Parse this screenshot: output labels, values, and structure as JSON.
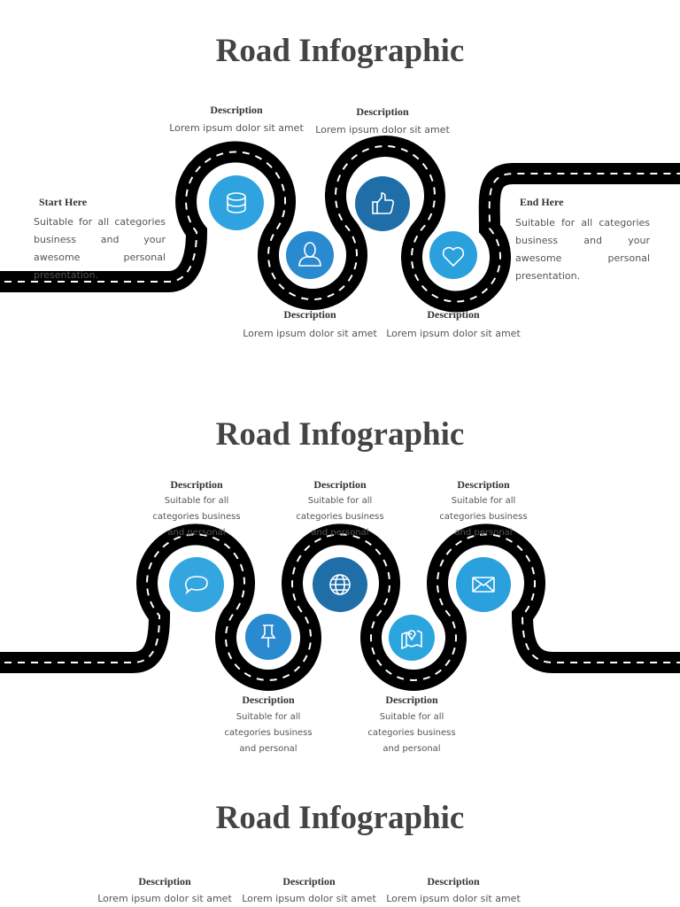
{
  "sections": [
    {
      "title": "Road Infographic",
      "start": {
        "heading": "Start Here",
        "text": "Suitable for all categories business and your awesome personal presentation."
      },
      "end": {
        "heading": "End Here",
        "text": "Suitable for all categories business and your awesome personal presentation."
      },
      "items": [
        {
          "label": "Description",
          "text": "Lorem ipsum dolor sit amet",
          "icon": "database-icon",
          "color": "#2fa3df"
        },
        {
          "label": "Description",
          "text": "Lorem ipsum dolor sit amet",
          "icon": "user-icon",
          "color": "#2a8ad0"
        },
        {
          "label": "Description",
          "text": "Lorem ipsum dolor sit amet",
          "icon": "thumbs-up-icon",
          "color": "#1f6ea8"
        },
        {
          "label": "Description",
          "text": "Lorem ipsum dolor sit amet",
          "icon": "heart-icon",
          "color": "#2aa0dc"
        }
      ]
    },
    {
      "title": "Road Infographic",
      "items": [
        {
          "label": "Description",
          "text": "Suitable for all categories business and personal",
          "icon": "speech-bubble-icon",
          "color": "#33a6e0"
        },
        {
          "label": "Description",
          "text": "Suitable for all categories business and personal",
          "icon": "pushpin-icon",
          "color": "#2a8ad0"
        },
        {
          "label": "Description",
          "text": "Suitable for all categories business and personal",
          "icon": "globe-icon",
          "color": "#1f6ea8"
        },
        {
          "label": "Description",
          "text": "Suitable for all categories business and personal",
          "icon": "map-pin-icon",
          "color": "#2aa5de"
        },
        {
          "label": "Description",
          "text": "Suitable for all categories business and personal",
          "icon": "envelope-icon",
          "color": "#2aa0dc"
        }
      ]
    },
    {
      "title": "Road Infographic",
      "items": [
        {
          "label": "Description",
          "text": "Lorem ipsum dolor sit amet"
        },
        {
          "label": "Description",
          "text": "Lorem ipsum dolor sit amet"
        },
        {
          "label": "Description",
          "text": "Lorem ipsum dolor sit amet"
        }
      ]
    }
  ]
}
